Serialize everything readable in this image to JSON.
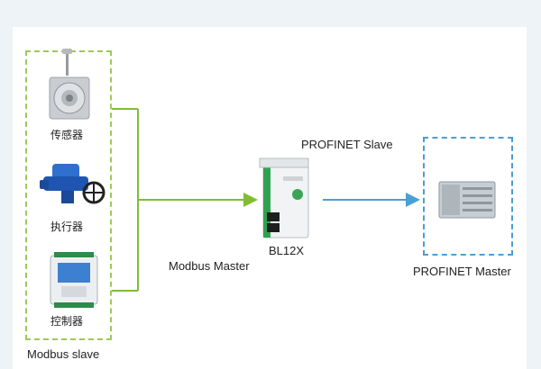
{
  "labels": {
    "sensor": "传感器",
    "actuator": "执行器",
    "controller": "控制器",
    "modbus_slave": "Modbus  slave",
    "modbus_master": "Modbus  Master",
    "profinet_slave": "PROFINET  Slave",
    "device": "BL12X",
    "profinet_master": "PROFINET  Master"
  },
  "colors": {
    "background": "#eef3f8",
    "panel": "#ffffff",
    "slave_border": "#9dc95a",
    "green_line": "#7fbd35",
    "blue_line": "#4a9fd4",
    "master_border": "#4a9fd4"
  }
}
